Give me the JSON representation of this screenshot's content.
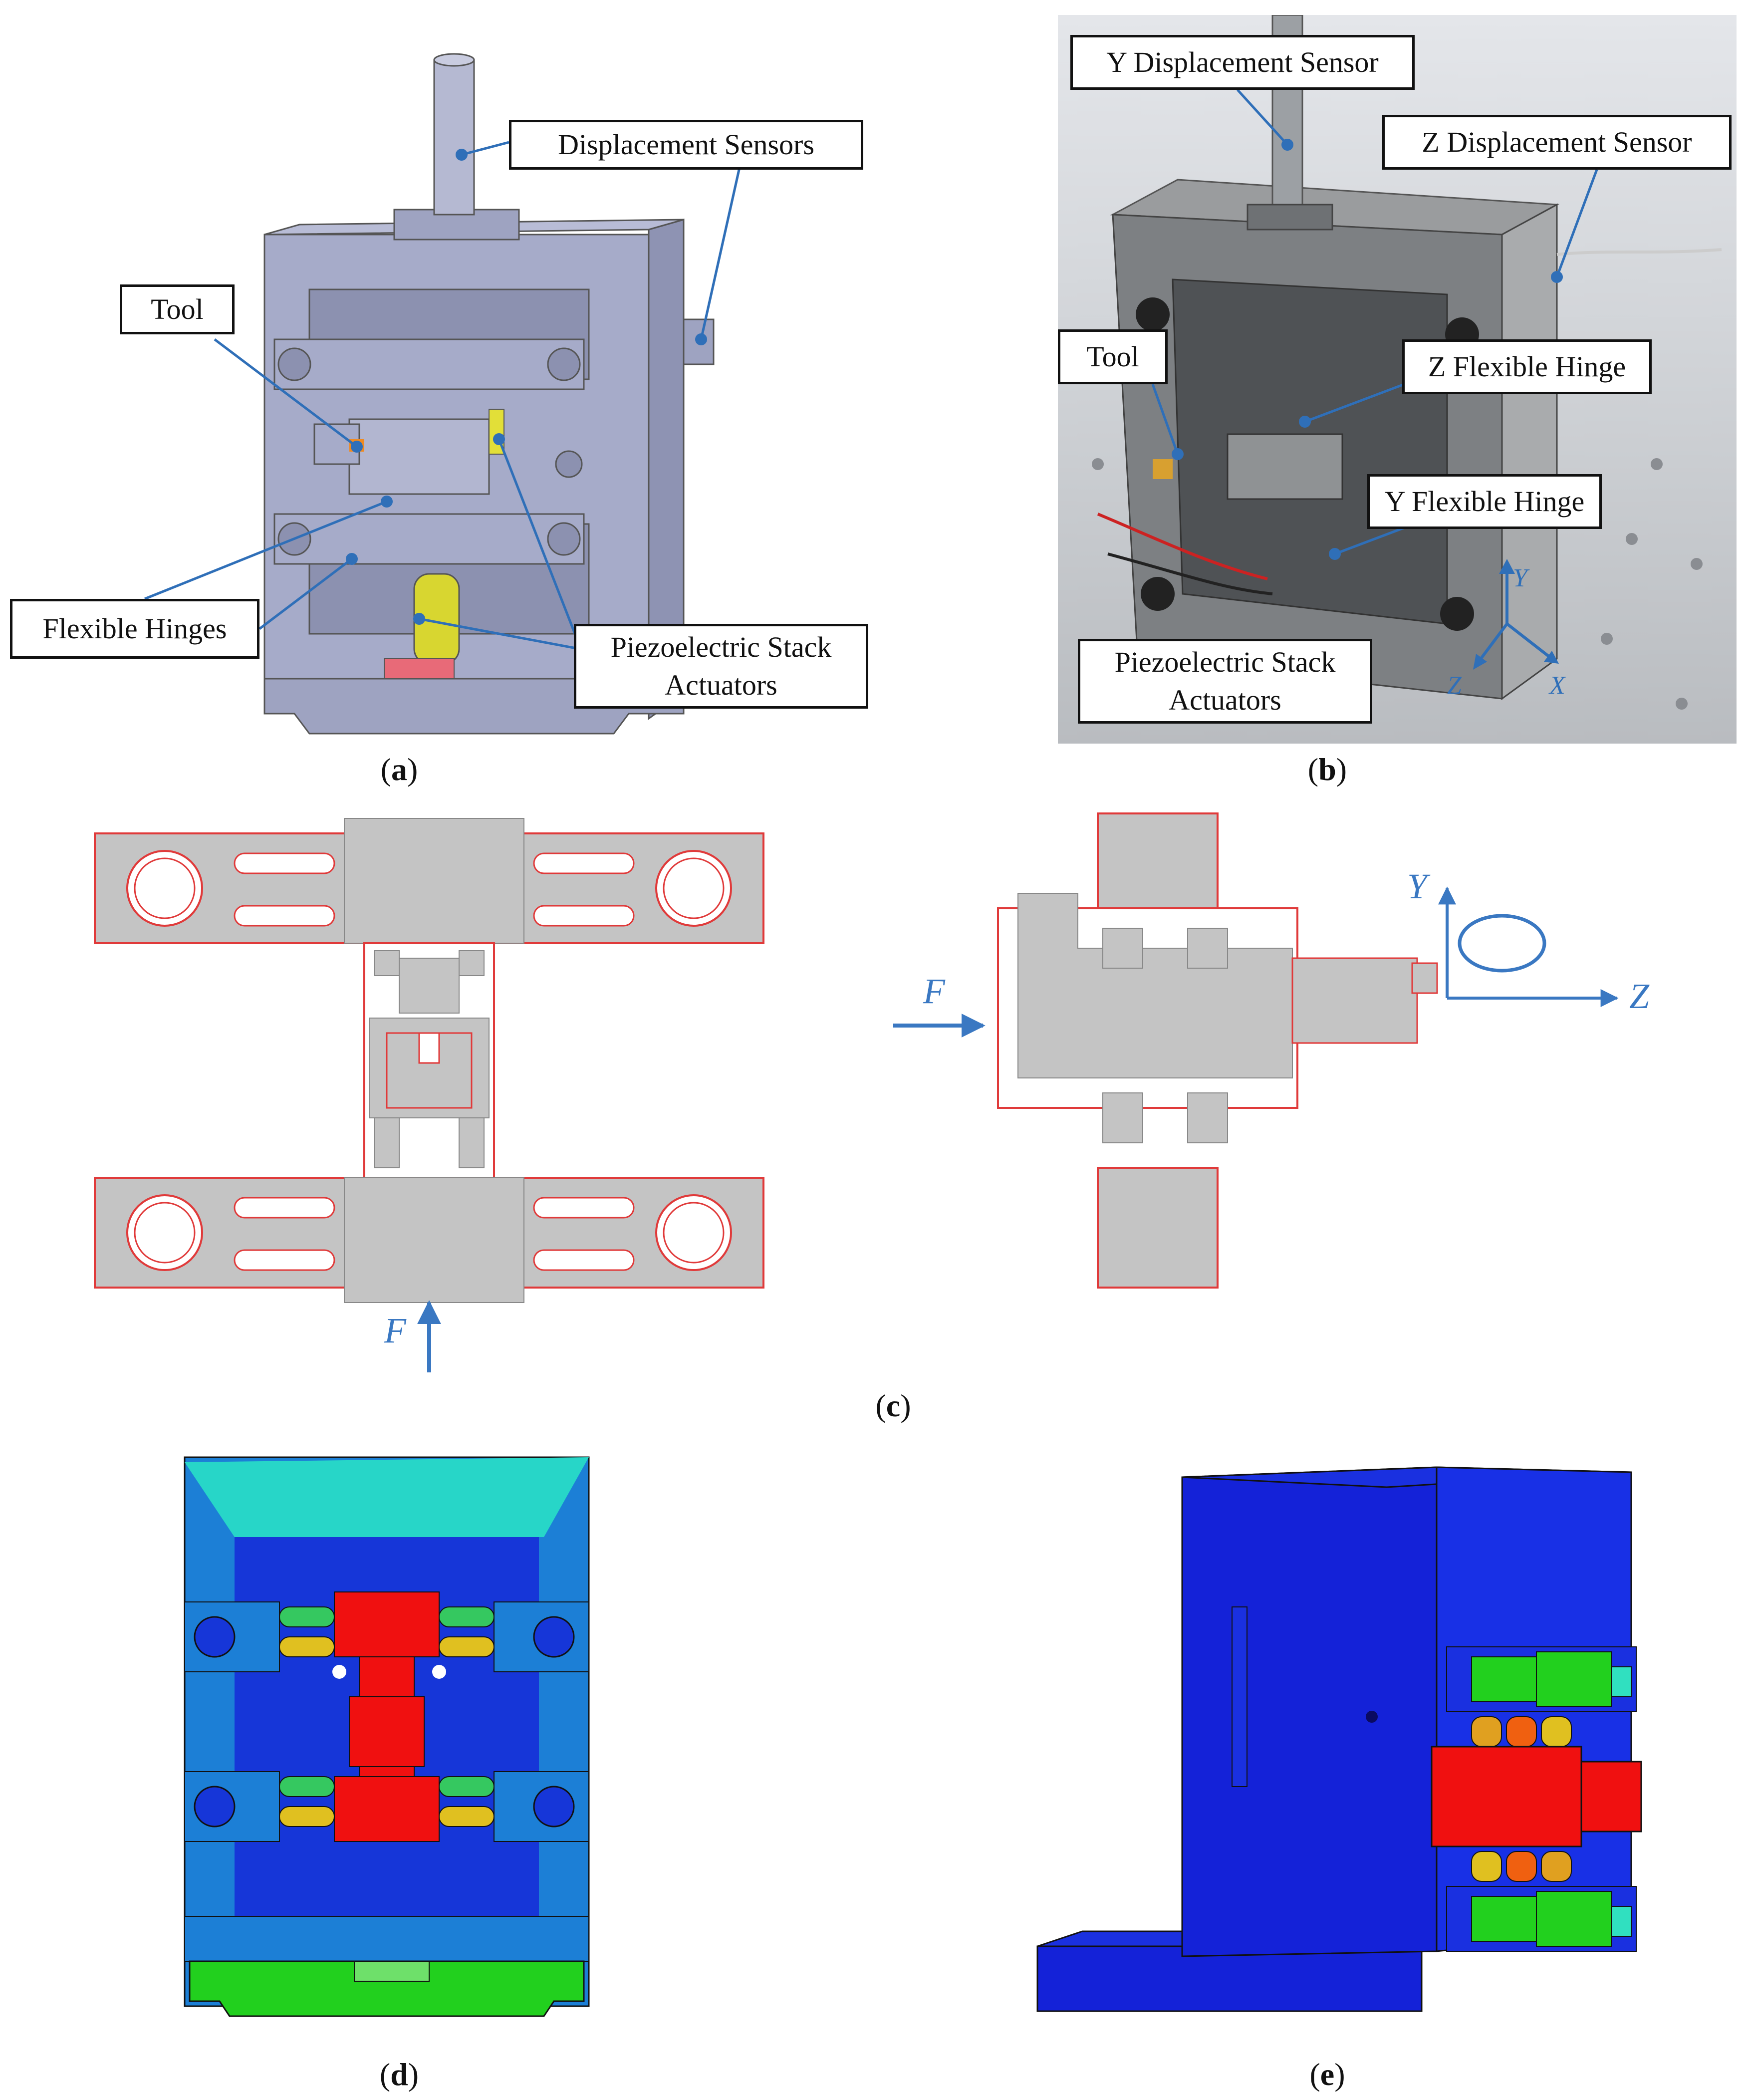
{
  "panel_a": {
    "callouts": {
      "displacement_sensors": "Displacement Sensors",
      "tool": "Tool",
      "flexible_hinges": "Flexible Hinges",
      "piezo_line1": "Piezoelectric Stack",
      "piezo_line2": "Actuators"
    },
    "caption_letter": "a"
  },
  "panel_b": {
    "callouts": {
      "y_sensor": "Y Displacement Sensor",
      "z_sensor": "Z Displacement Sensor",
      "tool": "Tool",
      "z_hinge": "Z Flexible Hinge",
      "y_hinge": "Y Flexible Hinge",
      "piezo_line1": "Piezoelectric Stack",
      "piezo_line2": "Actuators"
    },
    "axes": {
      "y": "Y",
      "z": "Z",
      "x": "X"
    },
    "caption_letter": "b"
  },
  "panel_c": {
    "force_left": "F",
    "force_right": "F",
    "axis_y": "Y",
    "axis_z": "Z",
    "caption_letter": "c"
  },
  "panel_d": {
    "caption_letter": "d"
  },
  "panel_e": {
    "caption_letter": "e"
  },
  "colors": {
    "cad_grey": "#a6abc9",
    "outline_red": "#e03a3a",
    "arrow_blue": "#3a78c2",
    "fea_blue": "#1a2bd8",
    "fea_red": "#f01010",
    "fea_green": "#22d01e"
  }
}
